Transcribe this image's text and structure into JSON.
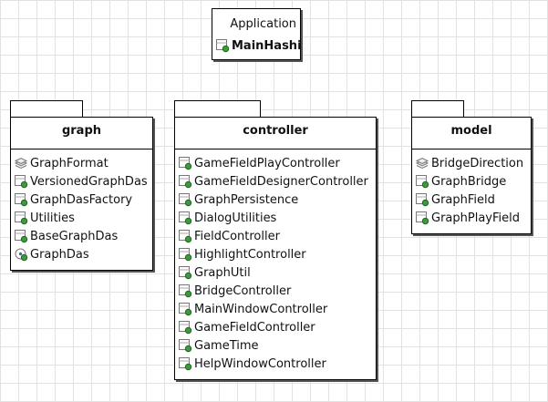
{
  "application": {
    "stereotype": "Application",
    "class_name": "MainHashi"
  },
  "packages": [
    {
      "name": "graph",
      "items": [
        {
          "label": "GraphFormat",
          "icon": "enum-icon"
        },
        {
          "label": "VersionedGraphDas",
          "icon": "class-icon"
        },
        {
          "label": "GraphDasFactory",
          "icon": "class-icon"
        },
        {
          "label": "Utilities",
          "icon": "class-icon"
        },
        {
          "label": "BaseGraphDas",
          "icon": "class-icon"
        },
        {
          "label": "GraphDas",
          "icon": "interface-icon"
        }
      ]
    },
    {
      "name": "controller",
      "items": [
        {
          "label": "GameFieldPlayController",
          "icon": "class-icon"
        },
        {
          "label": "GameFieldDesignerController",
          "icon": "class-icon"
        },
        {
          "label": "GraphPersistence",
          "icon": "class-icon"
        },
        {
          "label": "DialogUtilities",
          "icon": "class-icon"
        },
        {
          "label": "FieldController",
          "icon": "class-icon"
        },
        {
          "label": "HighlightController",
          "icon": "class-icon"
        },
        {
          "label": "GraphUtil",
          "icon": "class-icon"
        },
        {
          "label": "BridgeController",
          "icon": "class-icon"
        },
        {
          "label": "MainWindowController",
          "icon": "class-icon"
        },
        {
          "label": "GameFieldController",
          "icon": "class-icon"
        },
        {
          "label": "GameTime",
          "icon": "class-icon"
        },
        {
          "label": "HelpWindowController",
          "icon": "class-icon"
        }
      ]
    },
    {
      "name": "model",
      "items": [
        {
          "label": "BridgeDirection",
          "icon": "enum-icon"
        },
        {
          "label": "GraphBridge",
          "icon": "class-icon"
        },
        {
          "label": "GraphField",
          "icon": "class-icon"
        },
        {
          "label": "GraphPlayField",
          "icon": "class-icon"
        }
      ]
    }
  ]
}
